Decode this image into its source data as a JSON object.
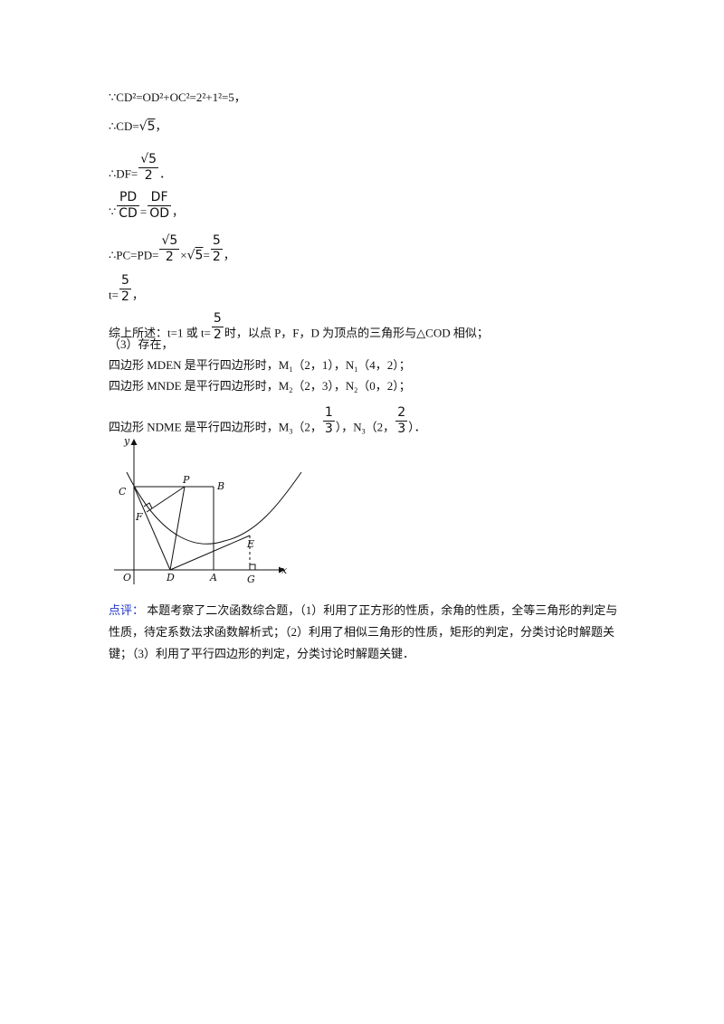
{
  "lines": {
    "cd_squared": "∵CD²=OD²+OC²=2²+1²=5，",
    "cd_prefix": "∴CD=",
    "cd_rad": "5",
    "cd_suffix": "，",
    "df_prefix": "∴DF=",
    "df_num": "√5",
    "df_den": "2",
    "df_suffix": "．",
    "ratio_prefix": "∵",
    "ratio_num1": "PD",
    "ratio_den1": "CD",
    "ratio_eq": "=",
    "ratio_num2": "DF",
    "ratio_den2": "OD",
    "ratio_suffix": "，",
    "pc_prefix": "∴PC=PD=",
    "pc_num1": "√5",
    "pc_den1": "2",
    "pc_times": "×",
    "pc_rad": "5",
    "pc_eq": "=",
    "pc_num2": "5",
    "pc_den2": "2",
    "pc_suffix": "，",
    "t_prefix": "t=",
    "t_num": "5",
    "t_den": "2",
    "t_suffix": "，",
    "summary_prefix": "综上所述：t=1 或 t=",
    "summary_num": "5",
    "summary_den": "2",
    "summary_suffix": "时，以点 P，F，D 为顶点的三角形与△COD 相似；",
    "part3": "（3）存在，",
    "m1_prefix": "四边形 MDEN 是平行四边形时，M",
    "m1_sub": "1",
    "m1_mid": "（2，1），N",
    "n1_sub": "1",
    "m1_end": "（4，2）；",
    "m2_prefix": "四边形 MNDE 是平行四边形时，M",
    "m2_sub": "2",
    "m2_mid": "（2，3），N",
    "n2_sub": "2",
    "m2_end": "（0，2）；",
    "m3_prefix": "四边形 NDME 是平行四边形时，M",
    "m3_sub": "3",
    "m3_open": "（2，",
    "m3_num": "1",
    "m3_den": "3",
    "m3_mid": "），N",
    "n3_sub": "3",
    "n3_open": "（2，",
    "n3_num": "2",
    "n3_den": "3",
    "m3_end": "）．"
  },
  "figure": {
    "labels": {
      "y": "y",
      "x": "x",
      "O": "O",
      "C": "C",
      "P": "P",
      "B": "B",
      "F": "F",
      "D": "D",
      "A": "A",
      "E": "E",
      "G": "G"
    }
  },
  "comment": {
    "tag": "点评：",
    "text": "本题考察了二次函数综合题，（1）利用了正方形的性质，余角的性质，全等三角形的判定与性质，待定系数法求函数解析式；（2）利用了相似三角形的性质，矩形的判定，分类讨论时解题关键；（3）利用了平行四边形的判定，分类讨论时解题关键．",
    "color": "#2233cc"
  }
}
